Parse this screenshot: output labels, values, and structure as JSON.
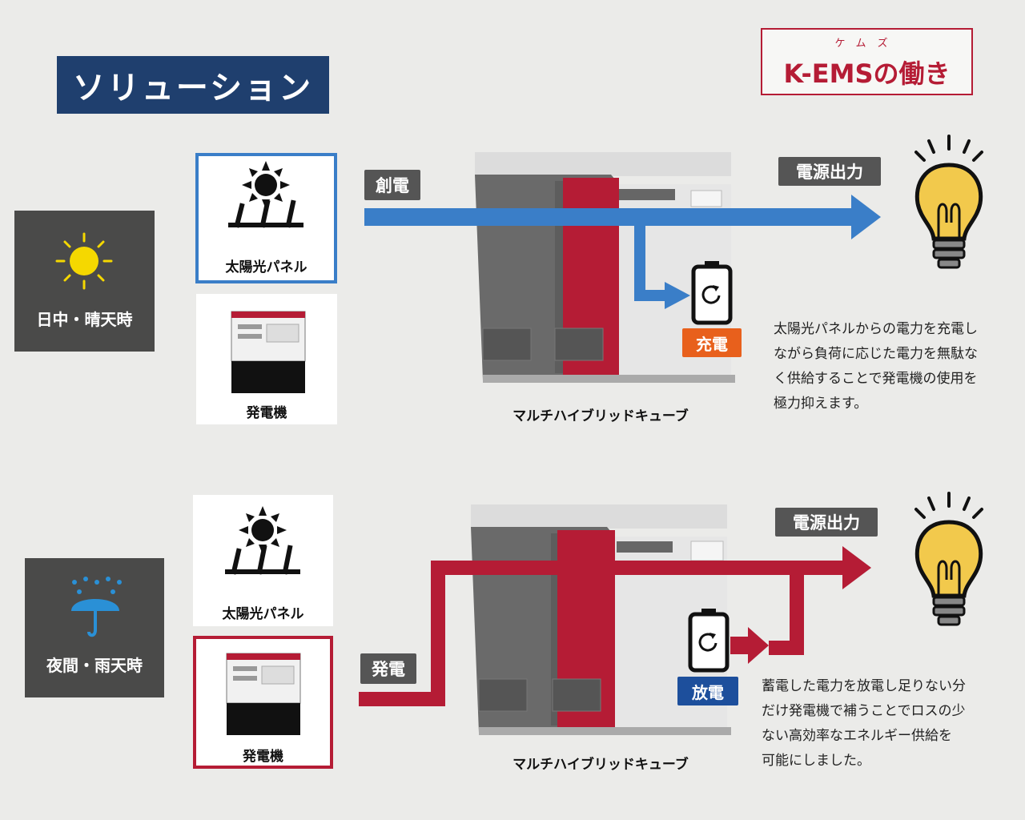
{
  "header": {
    "title": "ソリューション",
    "kems_ruby": "ケムズ",
    "kems_label": "K-EMSの働き"
  },
  "colors": {
    "navy": "#1f3f6e",
    "blue_flow": "#3a7ec8",
    "red_flow": "#b51c35",
    "charge_orange": "#e8601c",
    "discharge_blue": "#1d4f9c",
    "bulb_yellow": "#f2c94c",
    "sun_yellow": "#f5d800",
    "rain_blue": "#2a90d6"
  },
  "day": {
    "condition_label": "日中・晴天時",
    "condition_icon": "sun-icon",
    "solar_label": "太陽光パネル",
    "generator_label": "発電機",
    "flow_tag": "創電",
    "output_tag": "電源出力",
    "battery_badge": "充電",
    "cube_caption": "マルチハイブリッドキューブ",
    "description": [
      "太陽光パネルからの電力を充電し",
      "ながら負荷に応じた電力を無駄な",
      "く供給することで発電機の使用を",
      "極力抑えます。"
    ]
  },
  "night": {
    "condition_label": "夜間・雨天時",
    "condition_icon": "rain-umbrella-icon",
    "solar_label": "太陽光パネル",
    "generator_label": "発電機",
    "flow_tag": "発電",
    "output_tag": "電源出力",
    "battery_badge": "放電",
    "cube_caption": "マルチハイブリッドキューブ",
    "description": [
      "蓄電した電力を放電し足りない分",
      "だけ発電機で補うことでロスの少",
      "ない高効率なエネルギー供給を",
      "可能にしました。"
    ]
  }
}
